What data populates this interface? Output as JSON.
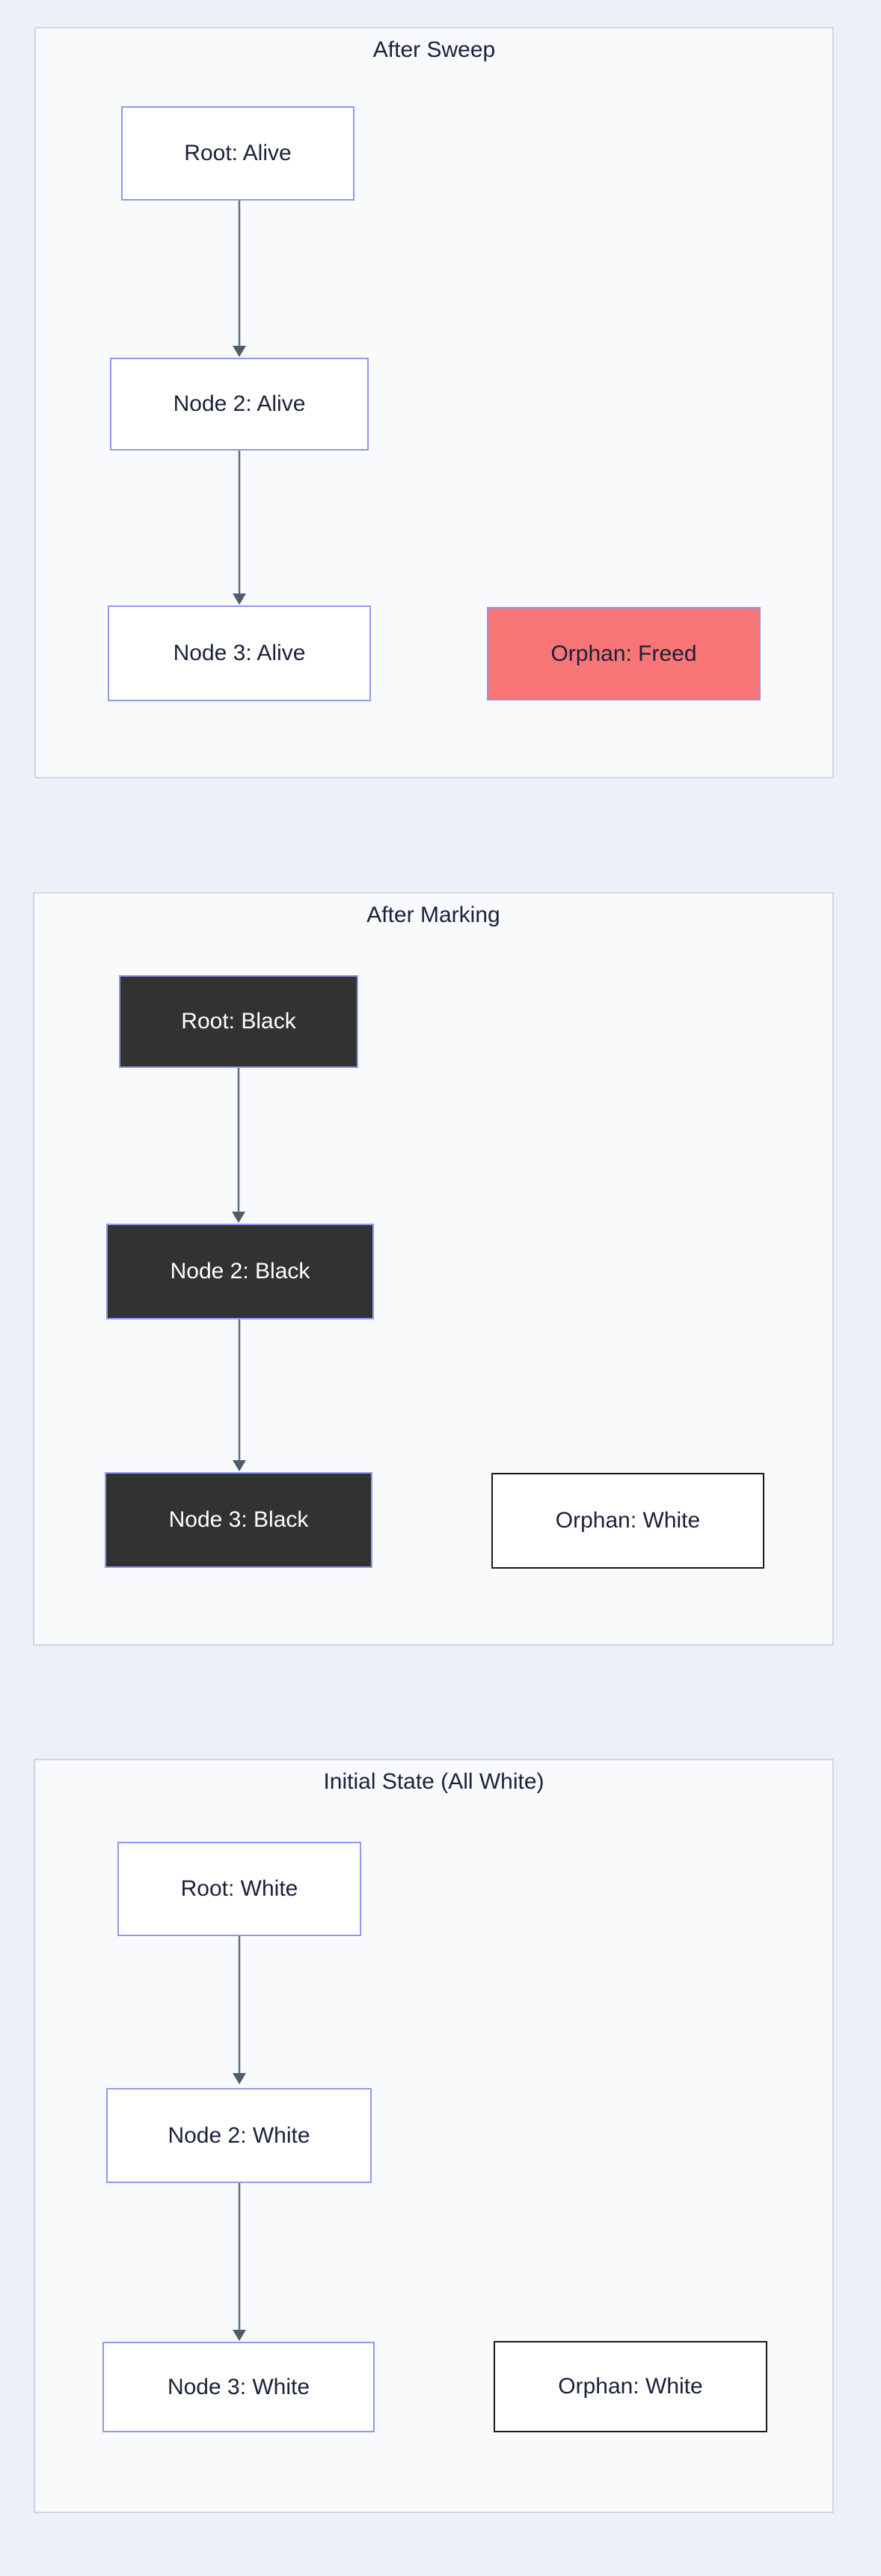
{
  "colors": {
    "page_bg": "#edf1f7",
    "panel_bg": "#f8fafc",
    "panel_border": "#cdd7e3",
    "node_border_blue": "#9197f1",
    "node_bg_white": "#ffffff",
    "node_bg_black": "#323232",
    "node_bg_freed": "#f87575",
    "orphan_white_border": "#1a1a1a",
    "text_dark": "#1a2139",
    "text_light": "#ffffff",
    "arrow": "#5f6e85"
  },
  "panels": [
    {
      "title": "After Sweep",
      "nodes": [
        {
          "id": "root",
          "label": "Root: Alive",
          "state": "alive",
          "style": "outline-blue"
        },
        {
          "id": "node2",
          "label": "Node 2: Alive",
          "state": "alive",
          "style": "outline-blue"
        },
        {
          "id": "node3",
          "label": "Node 3: Alive",
          "state": "alive",
          "style": "outline-blue"
        },
        {
          "id": "orphan",
          "label": "Orphan: Freed",
          "state": "freed",
          "style": "filled-red"
        }
      ],
      "edges": [
        {
          "from": "Root",
          "to": "Node 2"
        },
        {
          "from": "Node 2",
          "to": "Node 3"
        }
      ]
    },
    {
      "title": "After Marking",
      "nodes": [
        {
          "id": "root",
          "label": "Root: Black",
          "state": "black",
          "style": "filled-dark"
        },
        {
          "id": "node2",
          "label": "Node 2: Black",
          "state": "black",
          "style": "filled-dark"
        },
        {
          "id": "node3",
          "label": "Node 3: Black",
          "state": "black",
          "style": "filled-dark"
        },
        {
          "id": "orphan",
          "label": "Orphan: White",
          "state": "white",
          "style": "outline-black"
        }
      ],
      "edges": [
        {
          "from": "Root",
          "to": "Node 2"
        },
        {
          "from": "Node 2",
          "to": "Node 3"
        }
      ]
    },
    {
      "title": "Initial State (All White)",
      "nodes": [
        {
          "id": "root",
          "label": "Root: White",
          "state": "white",
          "style": "outline-blue"
        },
        {
          "id": "node2",
          "label": "Node 2: White",
          "state": "white",
          "style": "outline-blue"
        },
        {
          "id": "node3",
          "label": "Node 3: White",
          "state": "white",
          "style": "outline-blue"
        },
        {
          "id": "orphan",
          "label": "Orphan: White",
          "state": "white",
          "style": "outline-black"
        }
      ],
      "edges": [
        {
          "from": "Root",
          "to": "Node 2"
        },
        {
          "from": "Node 2",
          "to": "Node 3"
        }
      ]
    }
  ]
}
